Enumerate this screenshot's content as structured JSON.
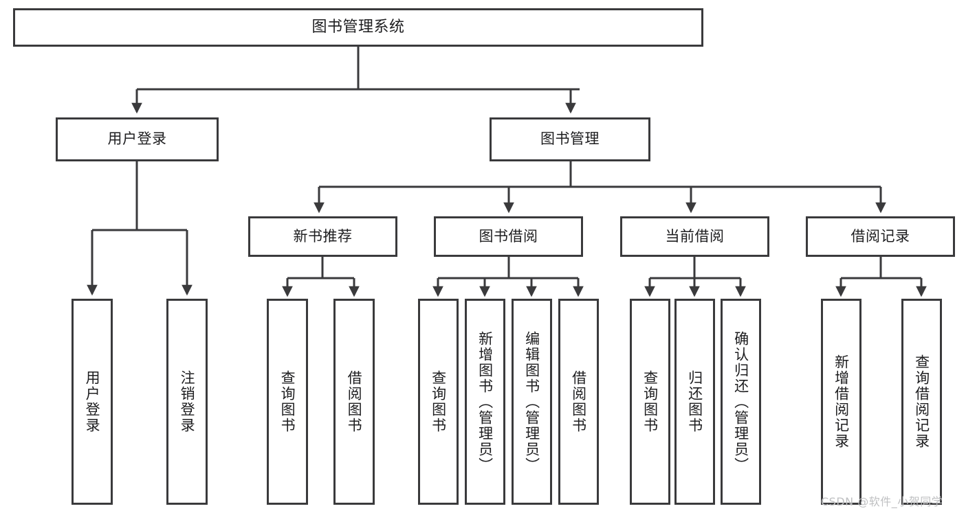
{
  "diagram": {
    "title": "图书管理系统",
    "type": "hierarchy-tree",
    "line_color": "#3a3a3c",
    "box_fill": "#ffffff",
    "text_color": "#1d1d1f",
    "root": {
      "id": "root",
      "label": "图书管理系统"
    },
    "level2": [
      {
        "id": "user-login",
        "label": "用户登录"
      },
      {
        "id": "book-manage",
        "label": "图书管理"
      }
    ],
    "level3": [
      {
        "id": "new-book-rec",
        "label": "新书推荐",
        "parent": "book-manage"
      },
      {
        "id": "book-borrow",
        "label": "图书借阅",
        "parent": "book-manage"
      },
      {
        "id": "current-borrow",
        "label": "当前借阅",
        "parent": "book-manage"
      },
      {
        "id": "borrow-record",
        "label": "借阅记录",
        "parent": "book-manage"
      }
    ],
    "leaves": [
      {
        "id": "leaf-user-login",
        "label": "用户登录",
        "parent": "user-login"
      },
      {
        "id": "leaf-logout",
        "label": "注销登录",
        "parent": "user-login"
      },
      {
        "id": "leaf-query-book-1",
        "label": "查询图书",
        "parent": "new-book-rec"
      },
      {
        "id": "leaf-borrow-book-1",
        "label": "借阅图书",
        "parent": "new-book-rec"
      },
      {
        "id": "leaf-query-book-2",
        "label": "查询图书",
        "parent": "book-borrow"
      },
      {
        "id": "leaf-add-book",
        "label": "新增图书（管理员）",
        "parent": "book-borrow"
      },
      {
        "id": "leaf-edit-book",
        "label": "编辑图书（管理员）",
        "parent": "book-borrow"
      },
      {
        "id": "leaf-borrow-book-2",
        "label": "借阅图书",
        "parent": "book-borrow"
      },
      {
        "id": "leaf-query-book-3",
        "label": "查询图书",
        "parent": "current-borrow"
      },
      {
        "id": "leaf-return-book",
        "label": "归还图书",
        "parent": "current-borrow"
      },
      {
        "id": "leaf-confirm-return",
        "label": "确认归还（管理员）",
        "parent": "current-borrow"
      },
      {
        "id": "leaf-add-record",
        "label": "新增借阅记录",
        "parent": "borrow-record"
      },
      {
        "id": "leaf-query-record",
        "label": "查询借阅记录",
        "parent": "borrow-record"
      }
    ]
  },
  "watermark": {
    "text": "CSDN @软件_小贺同学"
  }
}
